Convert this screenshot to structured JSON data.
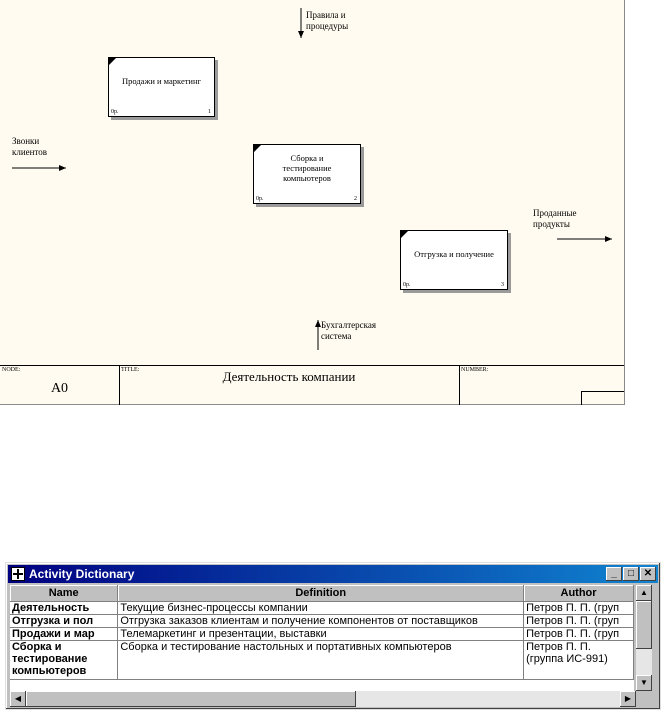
{
  "diagram": {
    "arrows": {
      "control_label": "Правила и\nпроцедуры",
      "input_label": "Звонки\nклиентов",
      "output_label": "Проданные\nпродукты",
      "mechanism_label": "Бухгалтерская\nсистема"
    },
    "activities": [
      {
        "label": "Продажи и маркетинг",
        "cost": "0р.",
        "number": "1"
      },
      {
        "label": "Сборка и\nтестирование\nкомпьютеров",
        "cost": "0р.",
        "number": "2"
      },
      {
        "label": "Отгрузка и получение",
        "cost": "0р.",
        "number": "3"
      }
    ],
    "title_block": {
      "node_caption": "NODE:",
      "node_value": "A0",
      "title_caption": "TITLE:",
      "title_value": "Деятельность компании",
      "number_caption": "NUMBER:"
    }
  },
  "dictionary": {
    "window_title": "Activity Dictionary",
    "buttons": {
      "minimize": "_",
      "maximize": "□",
      "close": "✕"
    },
    "columns": [
      "Name",
      "Definition",
      "Author"
    ],
    "rows": [
      {
        "name": "Деятельность",
        "definition": "Текущие бизнес-процессы компании",
        "author": "Петров П. П. (груп"
      },
      {
        "name": "Отгрузка и пол",
        "definition": "Отгрузка заказов клиентам и получение компонентов от поставщиков",
        "author": "Петров П. П. (груп"
      },
      {
        "name": "Продажи и мар",
        "definition": "Телемаркетинг и презентации, выставки",
        "author": "Петров П. П. (груп"
      },
      {
        "name": "Сборка и тестирование компьютеров",
        "definition": "Сборка и тестирование настольных и портативных компьютеров",
        "author": "Петров П. П. (группа ИС-991)"
      }
    ]
  }
}
